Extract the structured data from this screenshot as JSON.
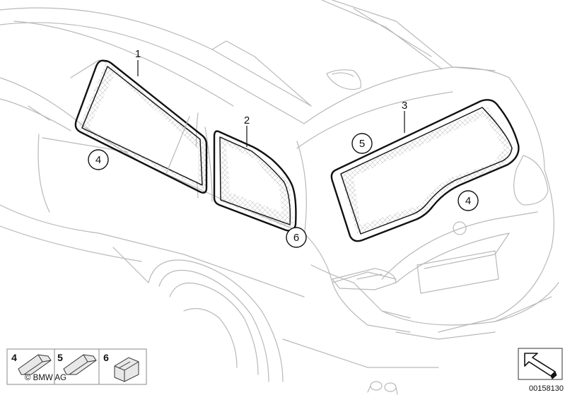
{
  "callouts": {
    "c1": "1",
    "c2": "2",
    "c3": "3",
    "c4a": "4",
    "c4b": "4",
    "c5": "5",
    "c6": "6"
  },
  "legend": {
    "item4": "4",
    "item5": "5",
    "item6": "6",
    "copyright": "© BMW AG"
  },
  "reference_number": "00158130",
  "colors": {
    "car_outline": "#b9b9b9",
    "seal": "#111111",
    "hatch": "#9a9a9a"
  }
}
